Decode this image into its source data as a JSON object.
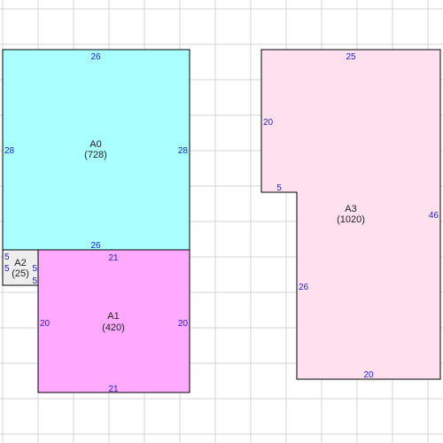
{
  "colors": {
    "grid": "#d6d6d6",
    "outline": "#000000",
    "dimension_text": "#2222cc",
    "label_text": "#222222"
  },
  "areas": [
    {
      "id": "A0",
      "label": "A0",
      "area": "(728)",
      "fill": "#aaffff",
      "dimensions": [
        "26",
        "28",
        "28",
        "26"
      ]
    },
    {
      "id": "A1",
      "label": "A1",
      "area": "(420)",
      "fill": "#ffaaff",
      "dimensions": [
        "21",
        "20",
        "20",
        "21"
      ]
    },
    {
      "id": "A2",
      "label": "A2",
      "area": "(25)",
      "fill": "#eeeeee",
      "dimensions": [
        "5",
        "5",
        "5",
        "5"
      ]
    },
    {
      "id": "A3",
      "label": "A3",
      "area": "(1020)",
      "fill": "#ffe0ee",
      "dimensions": [
        "25",
        "20",
        "5",
        "26",
        "46",
        "20"
      ]
    }
  ]
}
